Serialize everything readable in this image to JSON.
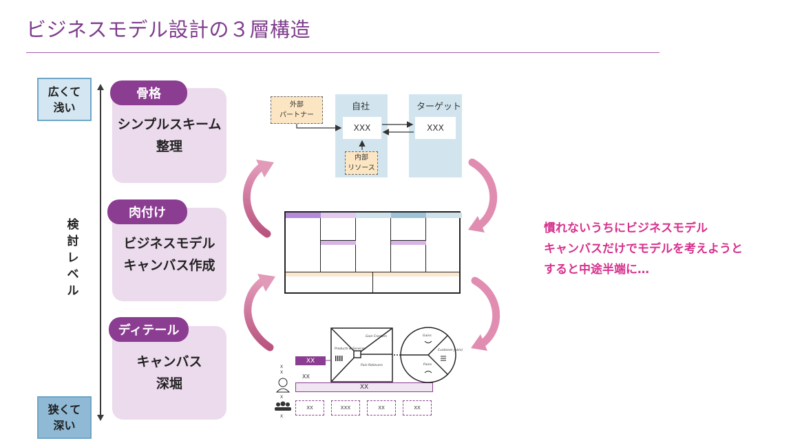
{
  "header": {
    "title": "ビジネスモデル設計の３層構造"
  },
  "axis": {
    "top_label": "広くて\n浅い",
    "bottom_label": "狭くて\n深い",
    "side_label": "検\n討\nレ\nベ\nル"
  },
  "layers": [
    {
      "tag": "骨格",
      "body": "シンプルスキーム\n整理"
    },
    {
      "tag": "肉付け",
      "body": "ビジネスモデル\nキャンバス作成"
    },
    {
      "tag": "ディテール",
      "body": "キャンバス\n深堀"
    }
  ],
  "skeleton": {
    "partner": "外部\nパートナー",
    "self_header": "自社",
    "target_header": "ターゲット",
    "self_value": "XXX",
    "target_value": "XXX",
    "internal": "内部\nリソース"
  },
  "detail": {
    "purple_tag": "XX",
    "row_label": "XX",
    "bar_label": "XX",
    "boxes": [
      "XX",
      "XXX",
      "XX",
      "XX"
    ],
    "x_marks": [
      "X",
      "X",
      "X",
      "X"
    ],
    "vp_labels": [
      "Gain Creators",
      "Products\n& Services",
      "Pain Relievers",
      "Gains",
      "Customer\nJob(s)",
      "Pains"
    ]
  },
  "note": "慣れないうちにビジネスモデル\nキャンバスだけでモデルを考えようと\nすると中途半端に…",
  "colors": {
    "title": "#7e3c8c",
    "pill": "#8b3d91",
    "card": "#ecdaed",
    "note": "#d6318d",
    "arrow": "#c9709a"
  }
}
